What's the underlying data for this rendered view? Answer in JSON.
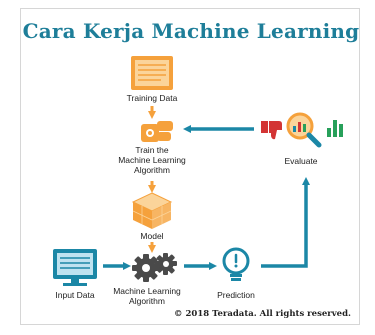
{
  "title": "Cara Kerja Machine Learning",
  "nodes": {
    "training_data": "Training Data",
    "train_line1": "Train the",
    "train_line2": "Machine Learning",
    "train_line3": "Algorithm",
    "model": "Model",
    "input_data": "Input Data",
    "ml_algo_line1": "Machine Learning",
    "ml_algo_line2": "Algorithm",
    "prediction": "Prediction",
    "evaluate": "Evaluate"
  },
  "copyright": "© 2018 Teradata. All rights reserved.",
  "colors": {
    "title": "#1e7e99",
    "teal": "#1b87a6",
    "orange": "#f5a13c",
    "orange_light": "#fbd49a",
    "red": "#d33434",
    "green": "#27a05a",
    "gray": "#4a4a4a",
    "blue_light": "#bfe3f0"
  },
  "icons": [
    "document-icon",
    "hand-gear-icon",
    "cube-stack-icon",
    "monitor-icon",
    "gears-icon",
    "lightbulb-icon",
    "thumbs-down-icon",
    "magnifier-chart-icon",
    "bar-chart-icon"
  ]
}
